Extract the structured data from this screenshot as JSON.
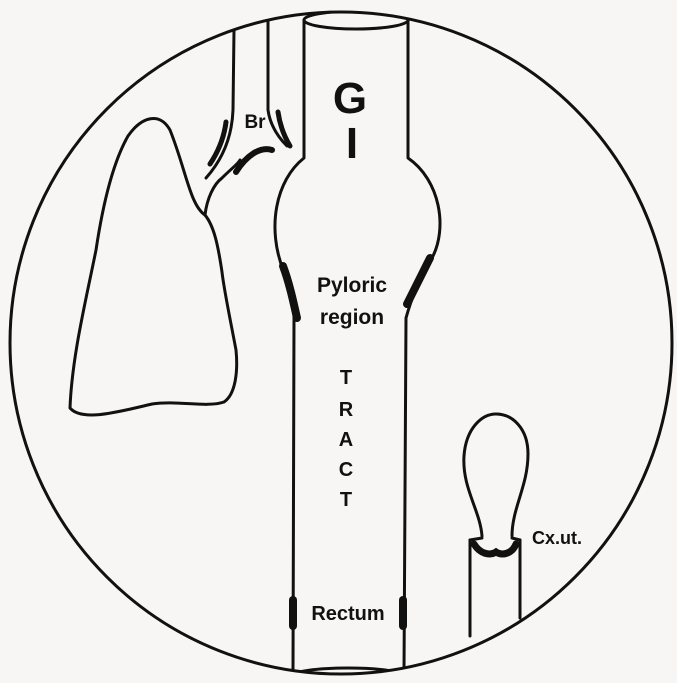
{
  "labels": {
    "gi_g": "G",
    "gi_i": "I",
    "bronchus": "Br",
    "pyloric_line1": "Pyloric",
    "pyloric_line2": "region",
    "tract_t1": "T",
    "tract_r": "R",
    "tract_a": "A",
    "tract_c": "C",
    "tract_t2": "T",
    "rectum": "Rectum",
    "cervix": "Cx.ut."
  },
  "colors": {
    "ink": "#111111",
    "paper": "#f7f6f4"
  }
}
